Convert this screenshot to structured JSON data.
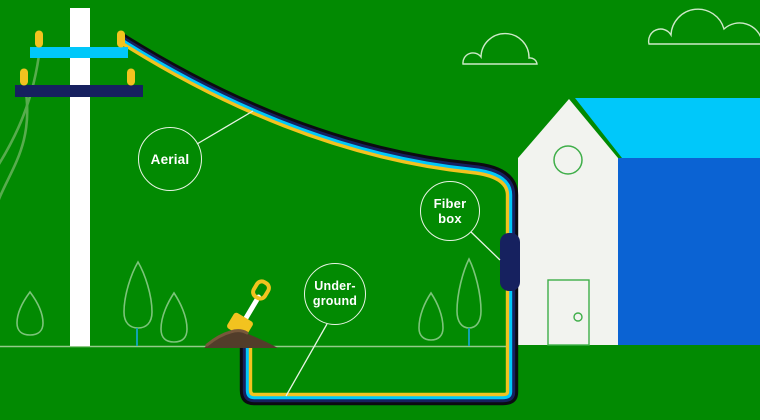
{
  "title": "Fiber installation illustration (aerial vs underground)",
  "labels": {
    "aerial": {
      "text": "Aerial"
    },
    "fiber_box": {
      "line1": "Fiber",
      "line2": "box"
    },
    "underground": {
      "line1": "Under-",
      "line2": "ground"
    }
  },
  "colors": {
    "background-green": "#028A02",
    "cyan": "#00C8FA",
    "royal-blue": "#0B63D3",
    "navy": "#16215F",
    "cable-black": "#0B0B12",
    "yellow": "#F2C31F",
    "pole-white": "#FFFFFF",
    "house-white": "#F2F3EF",
    "outline-green": "#3FAE49",
    "wire-green": "#57AC4D",
    "tree-outline": "#7CC47A",
    "trunk-teal": "#12A3AE",
    "ground-line": "#93CB89",
    "cloud-outline": "#CDE9C8",
    "label-outline": "#E8F4E4",
    "label-text": "#FFFFFF",
    "dirt-brown": "#523D2A",
    "dirt-highlight": "#77583B",
    "shaft-white": "#FFFFFF"
  },
  "illustration_elements": [
    "utility-pole-icon",
    "power-lines-icon",
    "aerial-fiber-cable-icon",
    "underground-fiber-cable-icon",
    "fiber-box-icon",
    "house-icon",
    "shovel-icon",
    "dirt-mound-icon",
    "tree-icon",
    "cloud-icon"
  ]
}
